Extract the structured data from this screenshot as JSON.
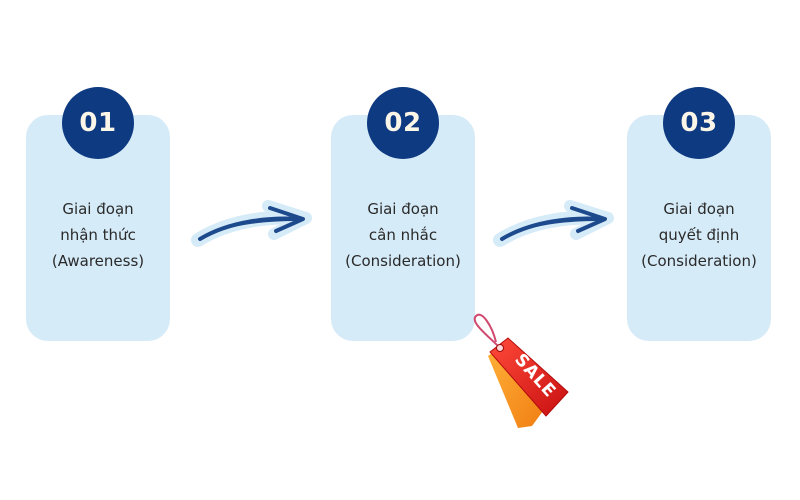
{
  "stages": [
    {
      "number": "01",
      "lines": [
        "Giai đoạn",
        "nhận thức",
        "(Awareness)"
      ]
    },
    {
      "number": "02",
      "lines": [
        "Giai đoạn",
        "cân nhắc",
        "(Consideration)"
      ]
    },
    {
      "number": "03",
      "lines": [
        "Giai đoạn",
        "quyết định",
        "(Consideration)"
      ]
    }
  ],
  "sale_tag": {
    "text": "SALE"
  },
  "colors": {
    "card_bg": "#d6ebf8",
    "badge_bg": "#0e3a82",
    "badge_text": "#fbf6e8",
    "arrow": "#1d4a8c",
    "tag_red": "#e21c1c",
    "tag_orange": "#f59a1a"
  }
}
